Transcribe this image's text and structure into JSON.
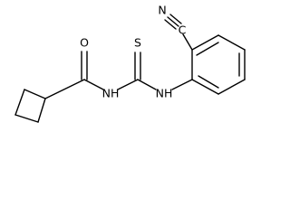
{
  "molecule": {
    "atoms": {
      "carbonyl_oxygen": "O",
      "thio_sulfur": "S",
      "nitrile_carbon": "C",
      "nitrile_nitrogen": "N",
      "amide_nh": "NH",
      "aryl_nh": "NH"
    }
  }
}
